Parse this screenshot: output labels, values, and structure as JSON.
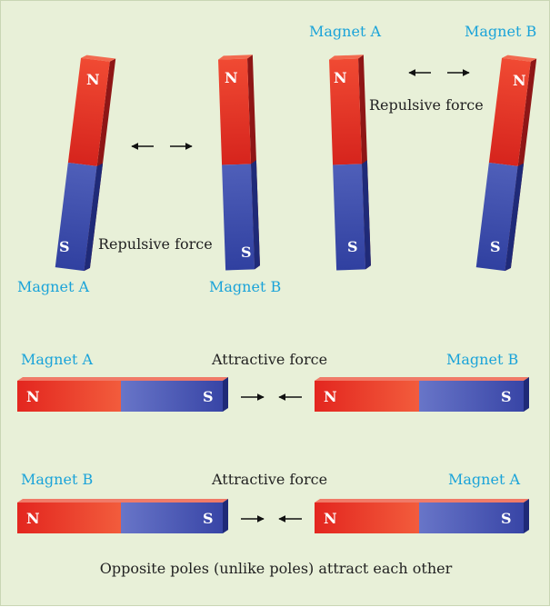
{
  "labels": {
    "magnet_a": "Magnet A",
    "magnet_b": "Magnet B",
    "repulsive_force": "Repulsive force",
    "attractive_force": "Attractive force"
  },
  "poles": {
    "north": "N",
    "south": "S"
  },
  "caption": "Opposite poles (unlike poles) attract each other",
  "colors": {
    "background": "#e8f0d8",
    "north_pole": "#e8352b",
    "south_pole": "#3a46a8",
    "label": "#1aa3d9",
    "text": "#222222",
    "arrow": "#111111"
  },
  "icons": [
    "double-arrow-icon",
    "converging-arrows-icon"
  ]
}
